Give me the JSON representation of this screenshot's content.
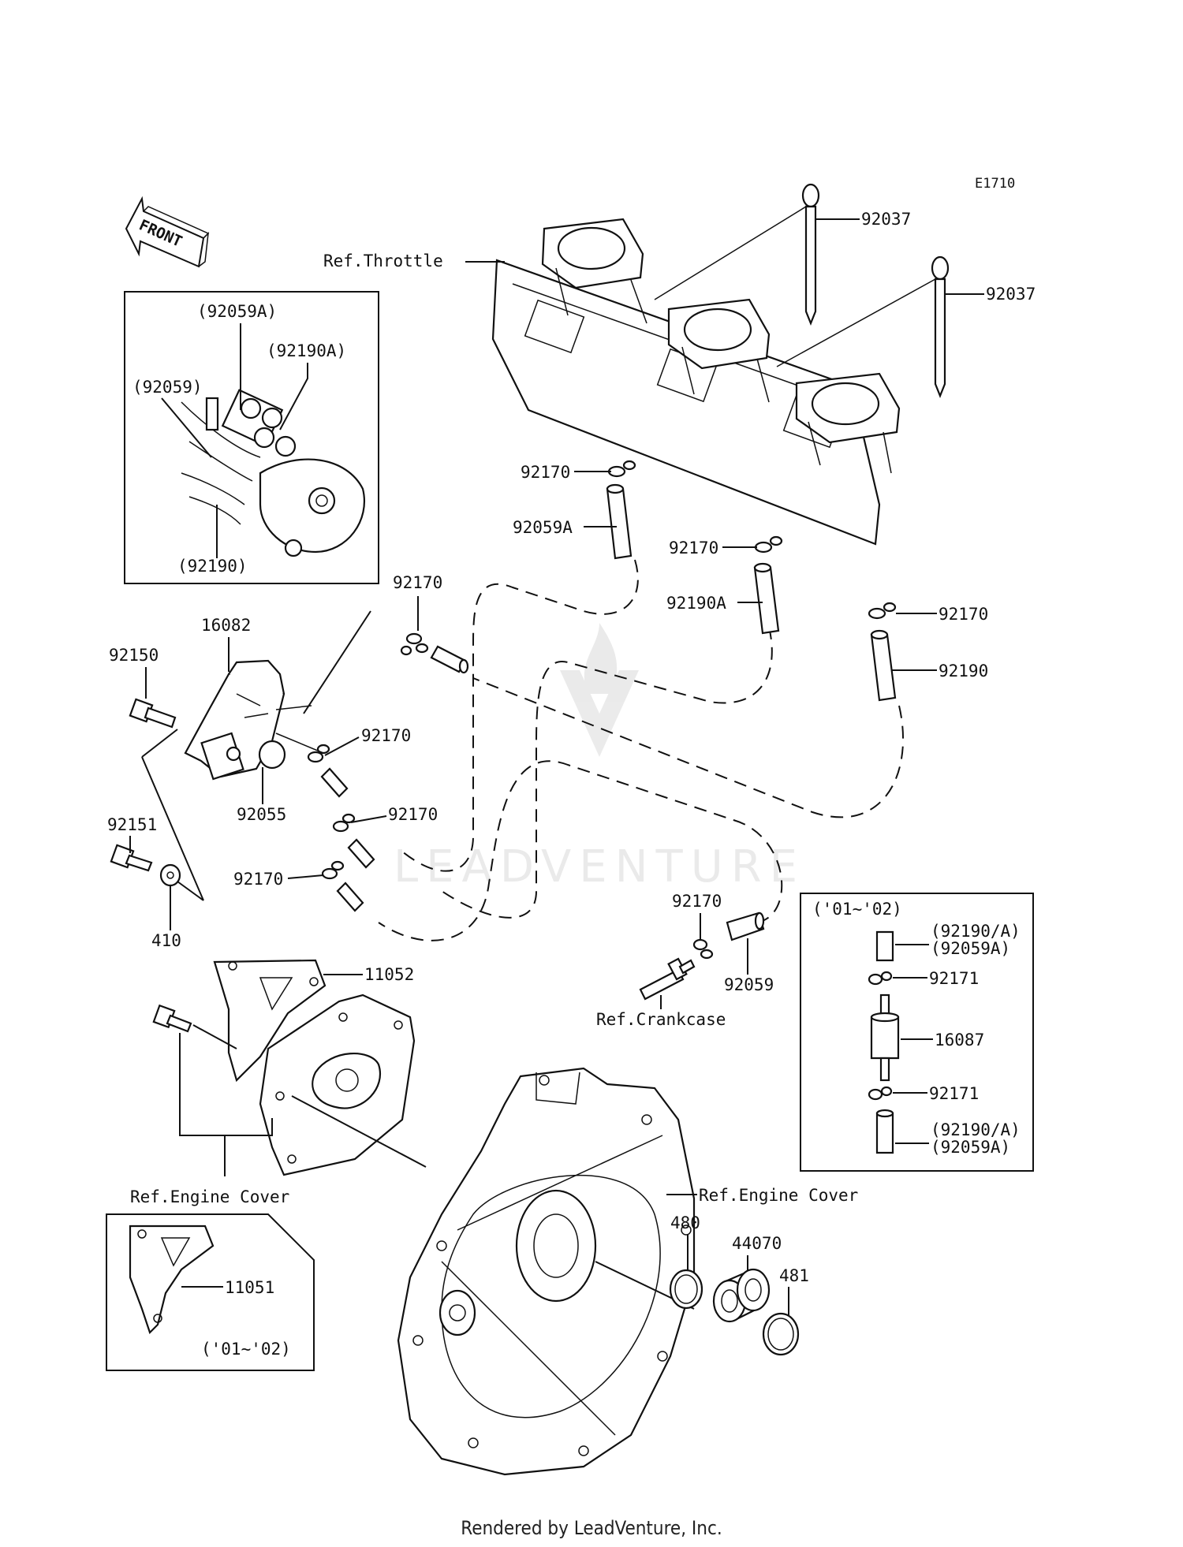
{
  "diagram_code": "E1710",
  "front_arrow": "FRONT",
  "labels": {
    "ref_throttle": "Ref.Throttle",
    "ref_crankcase": "Ref.Crankcase",
    "ref_engine_cover_left": "Ref.Engine Cover",
    "ref_engine_cover_right": "Ref.Engine Cover",
    "p92037_a": "92037",
    "p92037_b": "92037",
    "p92059A_paren": "(92059A)",
    "p92190A_paren": "(92190A)",
    "p92059_paren": "(92059)",
    "p92190_paren": "(92190)",
    "p92170_1": "92170",
    "p92059A": "92059A",
    "p92170_2": "92170",
    "p92190A": "92190A",
    "p92170_3": "92170",
    "p92190": "92190",
    "p92170_4": "92170",
    "p16082": "16082",
    "p92150": "92150",
    "p92170_5": "92170",
    "p92170_6": "92170",
    "p92055": "92055",
    "p92151": "92151",
    "p92170_7": "92170",
    "p410": "410",
    "p92170_8": "92170",
    "p92059": "92059",
    "p11052": "11052",
    "p480": "480",
    "p44070": "44070",
    "p481": "481",
    "p11051": "11051",
    "inset_year_1": "('01~'02)",
    "inset_year_2": "('01~'02)",
    "inset_92190A_92059A_top_1": "(92190/A)",
    "inset_92190A_92059A_top_2": "(92059A)",
    "inset_92171_a": "92171",
    "inset_16087": "16087",
    "inset_92171_b": "92171",
    "inset_92190A_92059A_bot_1": "(92190/A)",
    "inset_92190A_92059A_bot_2": "(92059A)"
  },
  "watermark": "LEADVENTURE",
  "footer": "Rendered by LeadVenture, Inc."
}
